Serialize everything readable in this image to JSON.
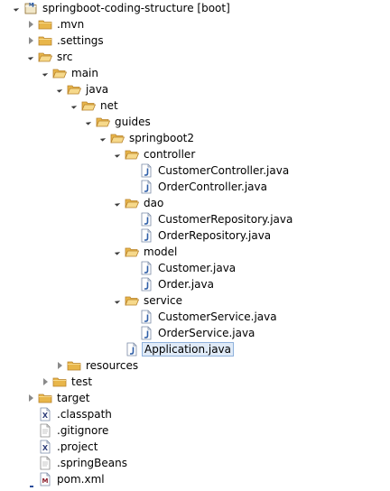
{
  "tree": [
    {
      "label": "springboot-coding-structure [boot]",
      "icon": "project-icon",
      "expanded": true,
      "depth": 0
    },
    {
      "label": ".mvn",
      "icon": "folder-icon",
      "expanded": false,
      "depth": 1
    },
    {
      "label": ".settings",
      "icon": "folder-icon",
      "expanded": false,
      "depth": 1
    },
    {
      "label": "src",
      "icon": "folder-open-icon",
      "expanded": true,
      "depth": 1
    },
    {
      "label": "main",
      "icon": "folder-open-icon",
      "expanded": true,
      "depth": 2
    },
    {
      "label": "java",
      "icon": "folder-open-icon",
      "expanded": true,
      "depth": 3
    },
    {
      "label": "net",
      "icon": "folder-open-icon",
      "expanded": true,
      "depth": 4
    },
    {
      "label": "guides",
      "icon": "folder-open-icon",
      "expanded": true,
      "depth": 5
    },
    {
      "label": "springboot2",
      "icon": "folder-open-icon",
      "expanded": true,
      "depth": 6
    },
    {
      "label": "controller",
      "icon": "folder-open-icon",
      "expanded": true,
      "depth": 7
    },
    {
      "label": "CustomerController.java",
      "icon": "java-file-icon",
      "depth": 8
    },
    {
      "label": "OrderController.java",
      "icon": "java-file-icon",
      "depth": 8
    },
    {
      "label": "dao",
      "icon": "folder-open-icon",
      "expanded": true,
      "depth": 7
    },
    {
      "label": "CustomerRepository.java",
      "icon": "java-file-icon",
      "depth": 8
    },
    {
      "label": "OrderRepository.java",
      "icon": "java-file-icon",
      "depth": 8
    },
    {
      "label": "model",
      "icon": "folder-open-icon",
      "expanded": true,
      "depth": 7
    },
    {
      "label": "Customer.java",
      "icon": "java-file-icon",
      "depth": 8
    },
    {
      "label": "Order.java",
      "icon": "java-file-icon",
      "depth": 8
    },
    {
      "label": "service",
      "icon": "folder-open-icon",
      "expanded": true,
      "depth": 7
    },
    {
      "label": "CustomerService.java",
      "icon": "java-file-icon",
      "depth": 8
    },
    {
      "label": "OrderService.java",
      "icon": "java-file-icon",
      "depth": 8
    },
    {
      "label": "Application.java",
      "icon": "java-file-icon",
      "depth": 7,
      "selected": true
    },
    {
      "label": "resources",
      "icon": "folder-icon",
      "expanded": false,
      "depth": 3
    },
    {
      "label": "test",
      "icon": "folder-icon",
      "expanded": false,
      "depth": 2
    },
    {
      "label": "target",
      "icon": "folder-icon",
      "expanded": false,
      "depth": 1
    },
    {
      "label": ".classpath",
      "icon": "xml-file-icon",
      "depth": 1
    },
    {
      "label": ".gitignore",
      "icon": "text-file-icon",
      "depth": 1
    },
    {
      "label": ".project",
      "icon": "xml-file-icon",
      "depth": 1
    },
    {
      "label": ".springBeans",
      "icon": "text-file-icon",
      "depth": 1
    },
    {
      "label": "pom.xml",
      "icon": "maven-file-icon",
      "depth": 1
    }
  ],
  "colors": {
    "folder": "#e8b64a",
    "folder_dark": "#b8822a",
    "java": "#2f5fa8",
    "selection": "#dfeaf7",
    "selection_border": "#8fb1dc"
  }
}
